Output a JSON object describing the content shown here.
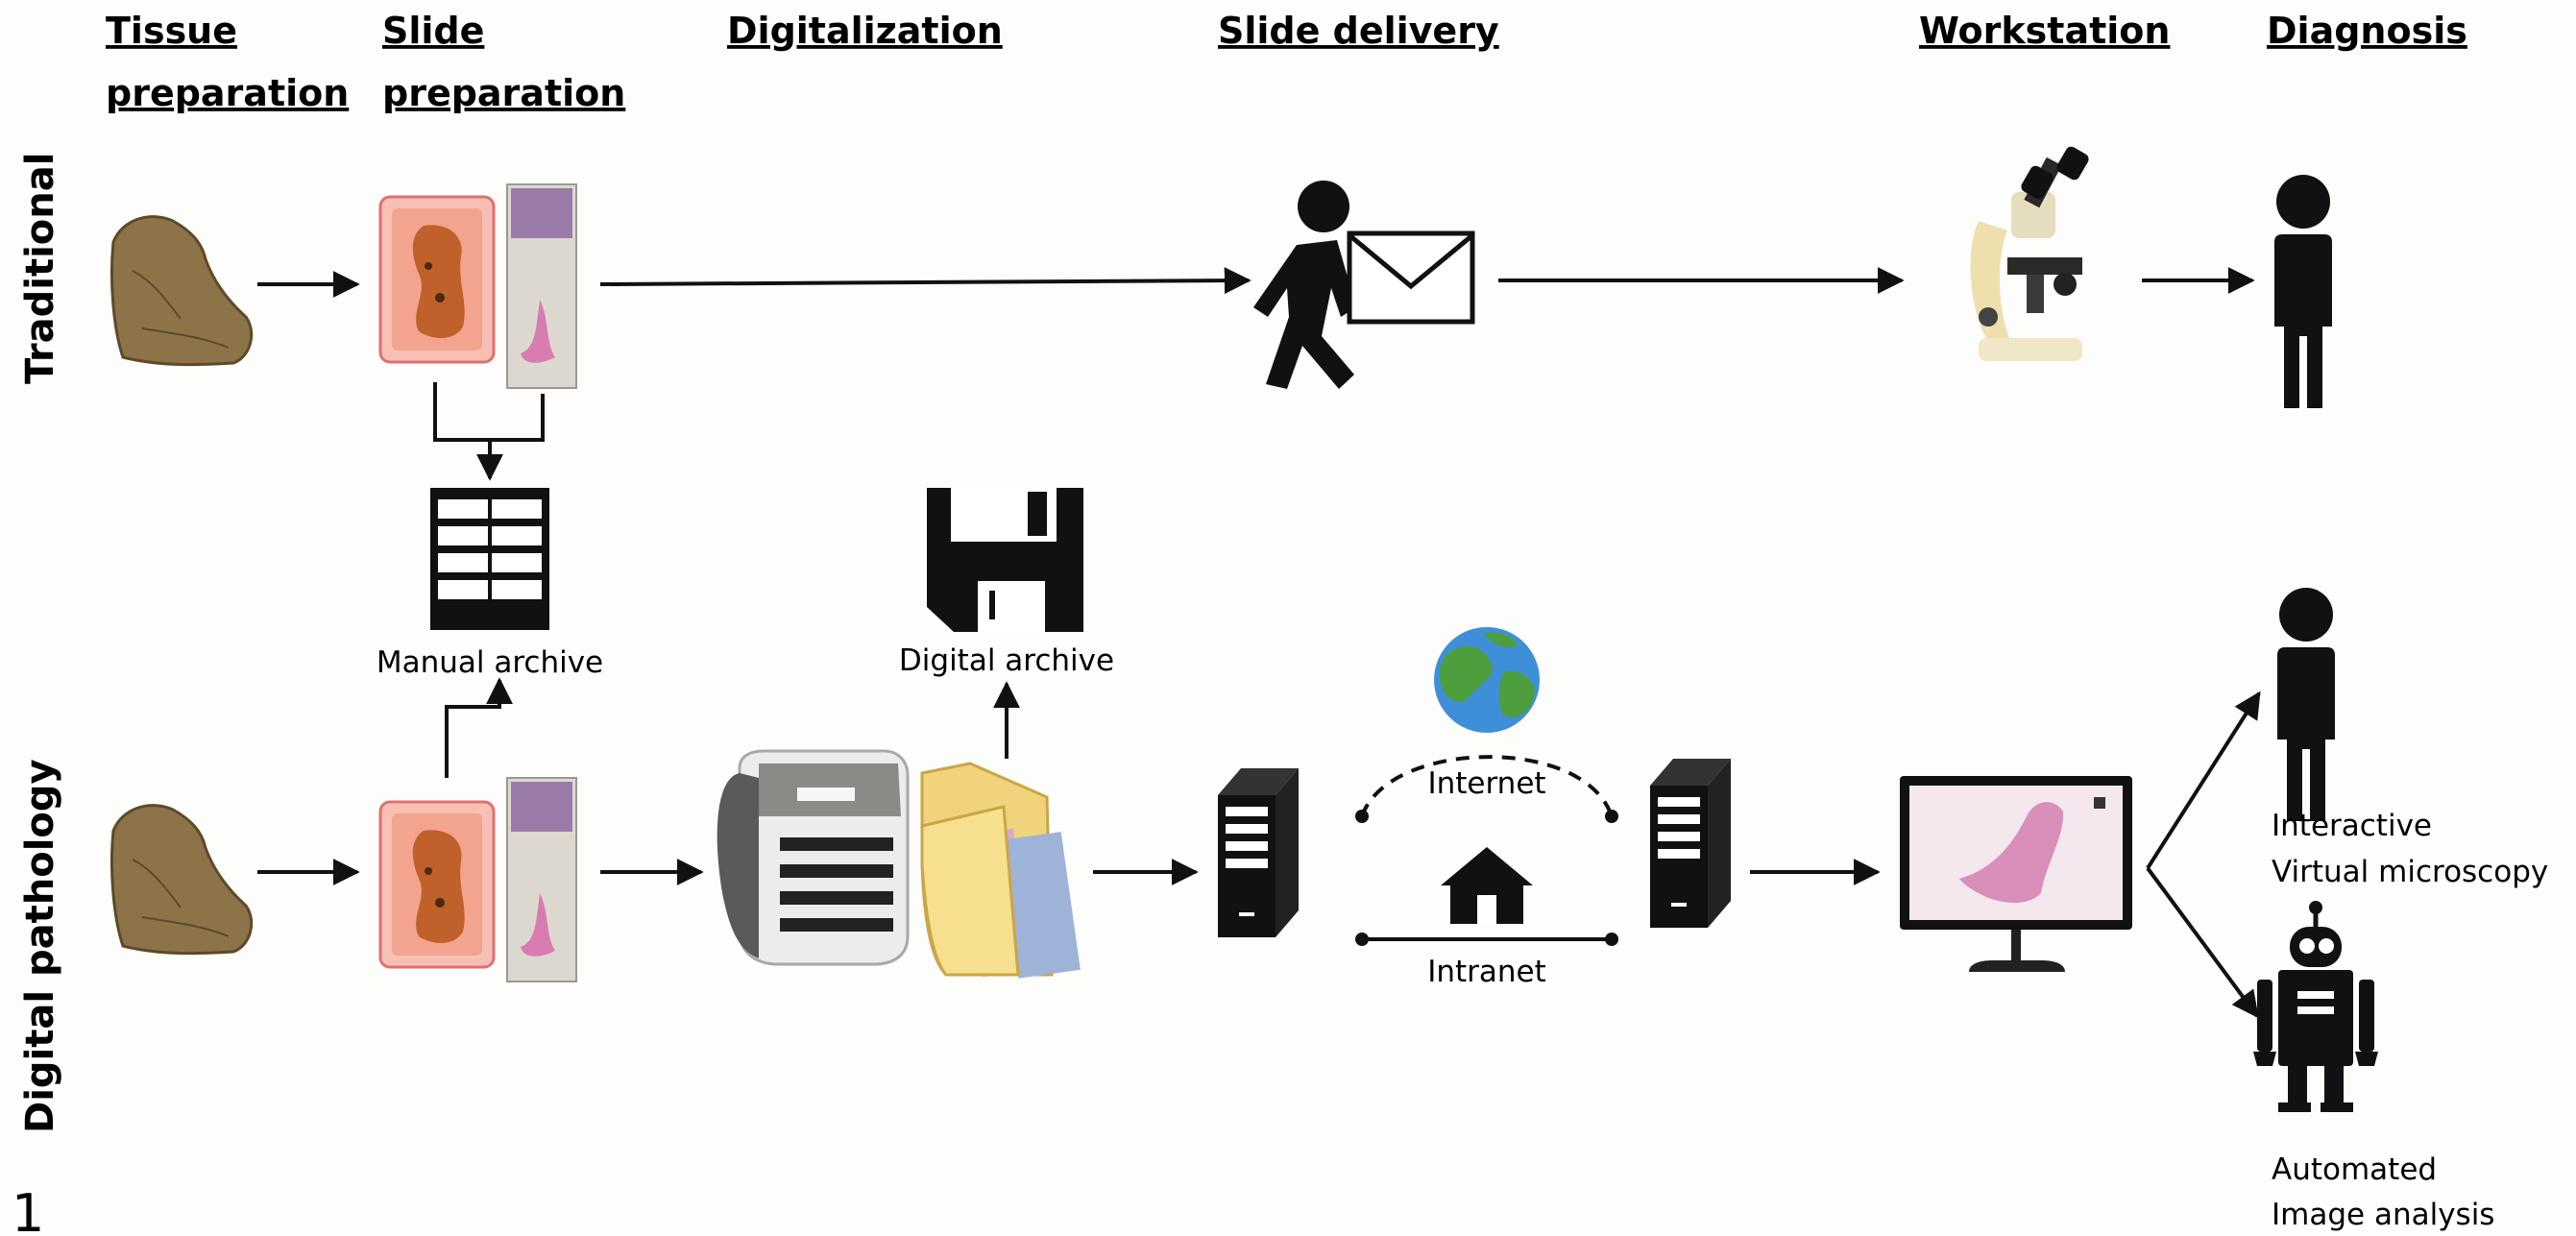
{
  "columns": {
    "tissue": [
      "Tissue",
      "preparation"
    ],
    "slide": [
      "Slide",
      "preparation"
    ],
    "digitalization": "Digitalization",
    "delivery": "Slide delivery",
    "workstation": "Workstation",
    "diagnosis": "Diagnosis"
  },
  "rows": {
    "traditional": "Traditional",
    "digital": "Digital pathology"
  },
  "captions": {
    "manual_archive": "Manual archive",
    "digital_archive": "Digital archive",
    "internet": "Internet",
    "intranet": "Intranet",
    "interactive": [
      "Interactive",
      "Virtual microscopy"
    ],
    "automated": [
      "Automated",
      "Image analysis"
    ]
  },
  "figure_number": "1",
  "colors": {
    "ink": "#111111",
    "tissue": "#8c7448",
    "block": "#f2b0a0",
    "stain": "#d87cb0",
    "globe_water": "#3f8fd8",
    "globe_land": "#4e9e3e",
    "folder": "#f0d37a",
    "screen": "#f4e8ee"
  },
  "icons": [
    "tissue-sample-icon",
    "paraffin-block-icon",
    "glass-slide-icon",
    "walking-person-icon",
    "envelope-icon",
    "microscope-icon",
    "person-icon",
    "archive-cabinet-icon",
    "floppy-disk-icon",
    "slide-scanner-icon",
    "folder-icon",
    "server-icon",
    "globe-icon",
    "house-icon",
    "monitor-icon",
    "robot-icon"
  ]
}
